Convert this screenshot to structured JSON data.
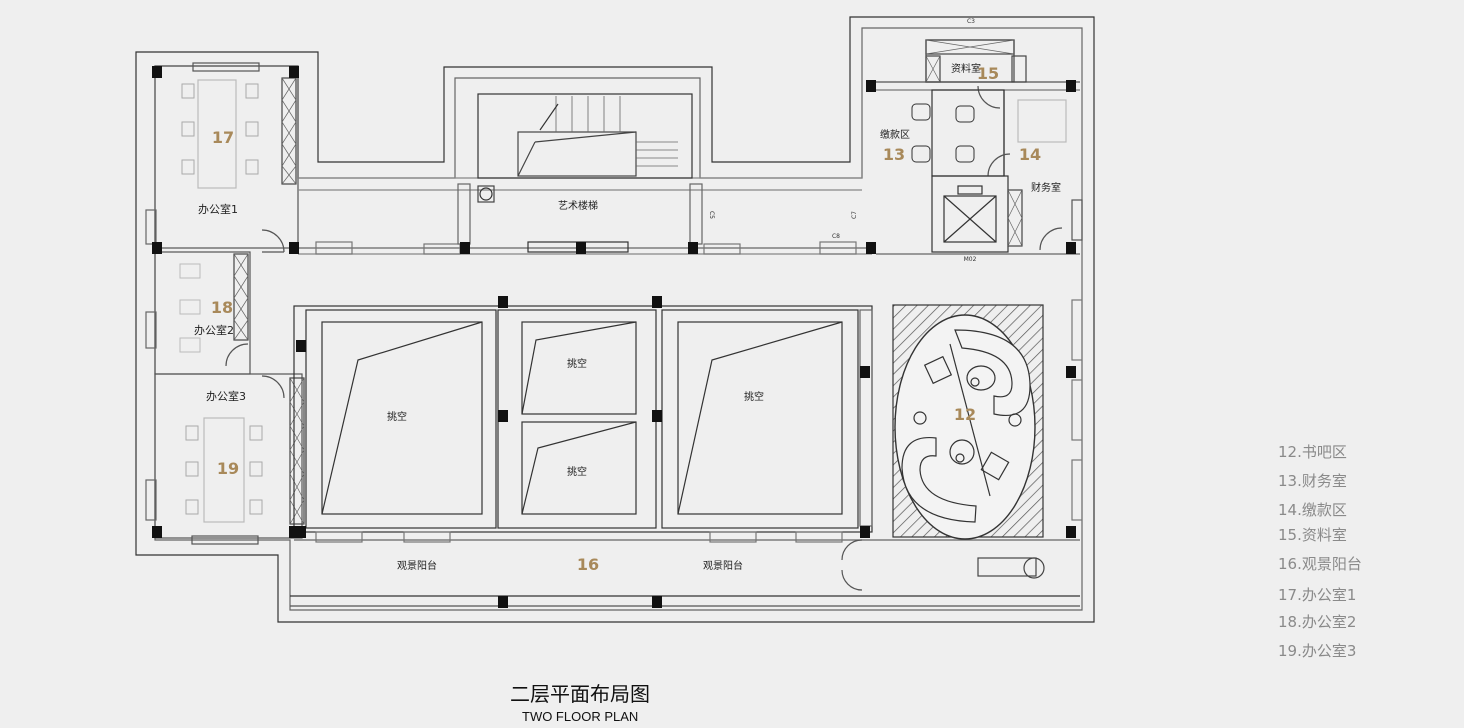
{
  "plan": {
    "title_cn": "二层平面布局图",
    "title_en": "TWO FLOOR PLAN",
    "rooms": {
      "office1": "办公室1",
      "office2": "办公室2",
      "office3": "办公室3",
      "stairs": "艺术楼梯",
      "void_left": "挑空",
      "void_mid_top": "挑空",
      "void_mid_bottom": "挑空",
      "void_right": "挑空",
      "balcony_left": "观景阳台",
      "balcony_right": "观景阳台",
      "payment": "缴款区",
      "archive": "资料室",
      "finance": "财务室"
    },
    "numbers": {
      "n12": "12",
      "n13": "13",
      "n14": "14",
      "n15": "15",
      "n16": "16",
      "n17": "17",
      "n18": "18",
      "n19": "19"
    },
    "tags": {
      "c3": "C3",
      "c5": "C5",
      "c7": "C7",
      "c8": "C8",
      "m02": "M02"
    }
  },
  "legend": [
    "12.书吧区",
    "13.财务室",
    "14.缴款区",
    "15.资料室",
    "16.观景阳台",
    "17.办公室1",
    "18.办公室2",
    "19.办公室3"
  ]
}
